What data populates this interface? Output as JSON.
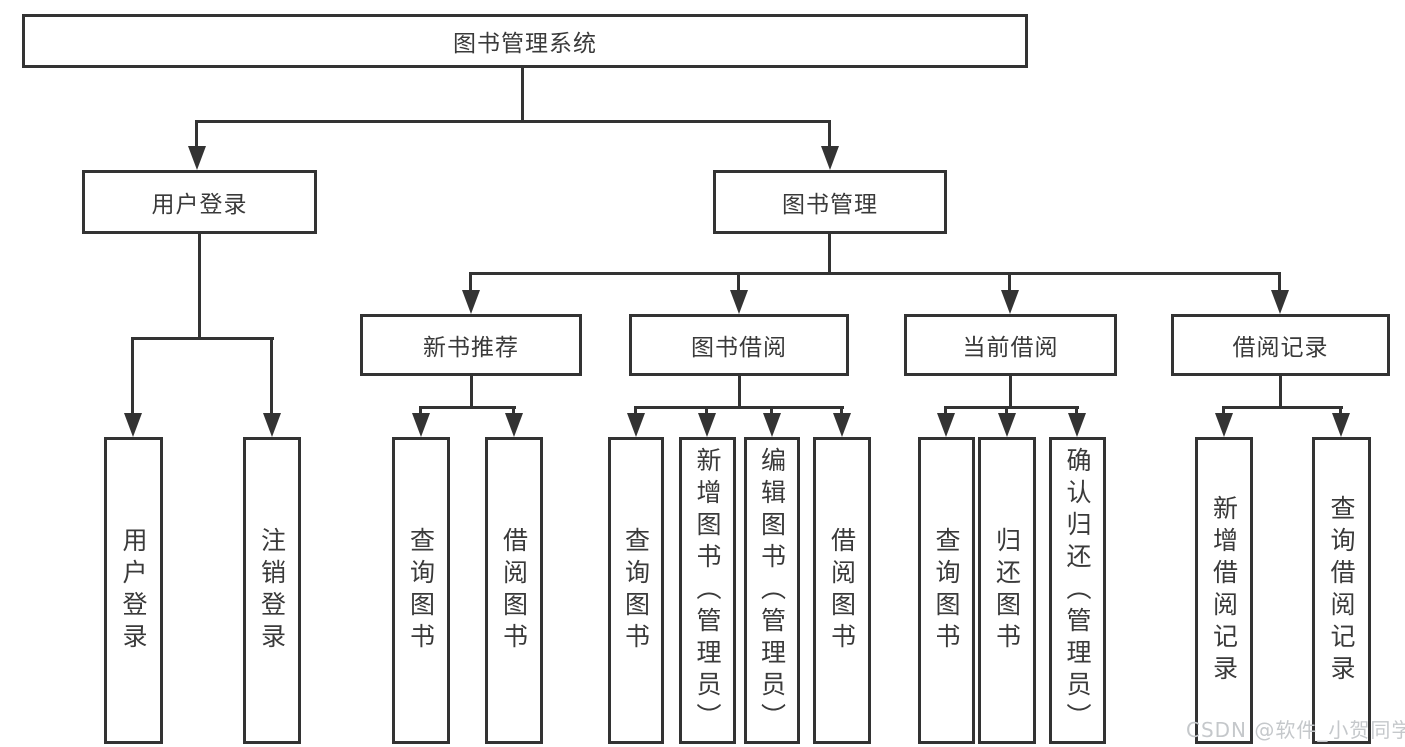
{
  "diagram_title": "图书管理系统",
  "colors": {
    "line": "#333333",
    "text": "#3a3a3a",
    "box_bg": "#ffffff",
    "watermark": "#c5c8cb"
  },
  "nodes": {
    "root": {
      "label": "图书管理系统"
    },
    "user_login": {
      "label": "用户登录"
    },
    "book_management": {
      "label": "图书管理"
    },
    "new_book_recommend": {
      "label": "新书推荐"
    },
    "book_borrow": {
      "label": "图书借阅"
    },
    "current_borrow": {
      "label": "当前借阅"
    },
    "borrow_record": {
      "label": "借阅记录"
    }
  },
  "leaves": [
    {
      "label": "用户登录",
      "parent": "用户登录"
    },
    {
      "label": "注销登录",
      "parent": "用户登录"
    },
    {
      "label": "查询图书",
      "parent": "新书推荐"
    },
    {
      "label": "借阅图书",
      "parent": "新书推荐"
    },
    {
      "label": "查询图书",
      "parent": "图书借阅"
    },
    {
      "label": "新增图书（管理员）",
      "parent": "图书借阅"
    },
    {
      "label": "编辑图书（管理员）",
      "parent": "图书借阅"
    },
    {
      "label": "借阅图书",
      "parent": "图书借阅"
    },
    {
      "label": "查询图书",
      "parent": "当前借阅"
    },
    {
      "label": "归还图书",
      "parent": "当前借阅"
    },
    {
      "label": "确认归还（管理员）",
      "parent": "当前借阅"
    },
    {
      "label": "新增借阅记录",
      "parent": "借阅记录"
    },
    {
      "label": "查询借阅记录",
      "parent": "借阅记录"
    }
  ],
  "watermark": "CSDN @软件_小贺同学"
}
